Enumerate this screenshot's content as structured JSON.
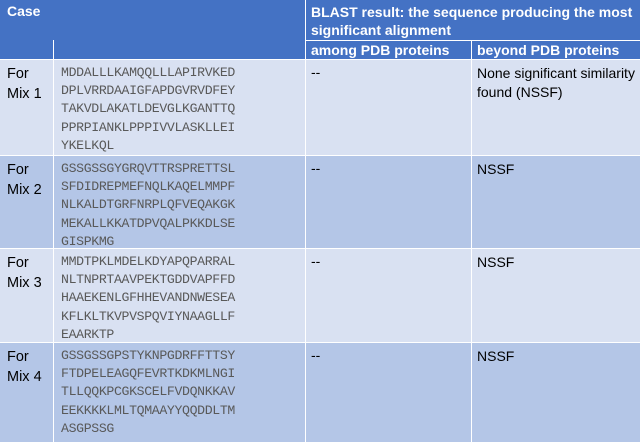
{
  "header": {
    "case_label": "Case",
    "blast_label": "BLAST result: the sequence producing the most significant alignment",
    "sub_columns": [
      "among PDB proteins",
      "beyond PDB proteins"
    ]
  },
  "colors": {
    "header_bg": "#4472C4",
    "row_light": "#D9E1F2",
    "row_dark": "#B4C6E7",
    "sequence_text": "#595959"
  },
  "rows": [
    {
      "case": "For\nMix 1",
      "sequence": "MDDALLLKAMQQLLLAPIRVKED\nDPLVRRDAAIGFAPDGVRVDFEY\nTAKVDLAKATLDEVGLKGANTTQ\nPPRPIANKLPPPIVVLASKLLEI\nYKELKQL",
      "among_pdb": "--",
      "beyond_pdb": "None significant similarity found (NSSF)"
    },
    {
      "case": "For\nMix 2",
      "sequence": "GSSGSSGYGRQVTTRSPRETTSL\nSFDIDREPMEFNQLKAQELMMPF\nNLKALDTGRFNRPLQFVEQAKGK\nMEKALLKKATDPVQALPKKDLSE\nGISPKMG",
      "among_pdb": "--",
      "beyond_pdb": "NSSF"
    },
    {
      "case": "For\nMix 3",
      "sequence": "MMDTPKLMDELKDYAPQPARRAL\nNLTNPRTAAVPEKTGDDVAPFFD\nHAAEKENLGFHHEVANDNWESEA\nKFLKLTKVPVSPQVIYNAAGLLF\nEAARKTP",
      "among_pdb": "--",
      "beyond_pdb": "NSSF"
    },
    {
      "case": "For\nMix 4",
      "sequence": "GSSGSSGPSTYKNPGDRFFTTSY\nFTDPELEAGQFEVRTKDKMLNGI\nTLLQQKPCGKSCELFVDQNKKAV\nEEKKKKLMLTQMAAYYQQDDLTM\nASGPSSG",
      "among_pdb": "--",
      "beyond_pdb": "NSSF"
    }
  ]
}
